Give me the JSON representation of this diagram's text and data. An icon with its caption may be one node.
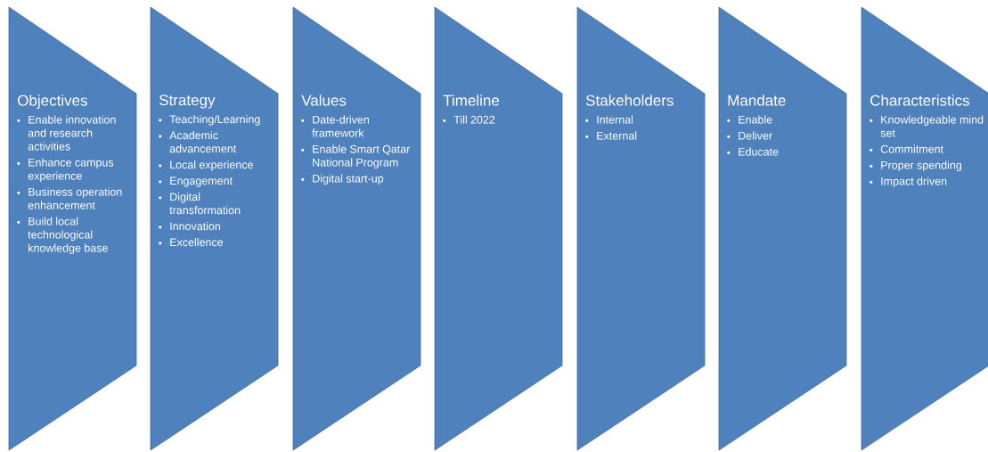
{
  "diagram": {
    "nodes": [
      {
        "text": [
          "Objectives",
          "Enable innovation and research activities",
          "Enhance campus experience",
          "Business operation enhancement",
          "Build local technological knowledge base"
        ]
      },
      {
        "text": [
          "Strategy",
          "Teaching/Learning",
          "Academic advancement",
          "Local experience",
          "Engagement",
          "Digital transformation",
          "Innovation",
          "Excellence"
        ]
      },
      {
        "text": [
          "Values",
          "Date-driven framework",
          "Enable Smart Qatar National Program",
          "Digital start-up"
        ]
      },
      {
        "text": [
          "Timeline",
          "Till 2022"
        ]
      },
      {
        "text": [
          "Stakeholders",
          "Internal",
          "External"
        ]
      },
      {
        "text": [
          "Mandate",
          "Enable",
          "Deliver",
          "Educate"
        ]
      },
      {
        "text": [
          "Characteristics",
          "Knowledgeable mind set",
          "Commitment",
          "Proper spending",
          "Impact driven"
        ]
      }
    ]
  }
}
